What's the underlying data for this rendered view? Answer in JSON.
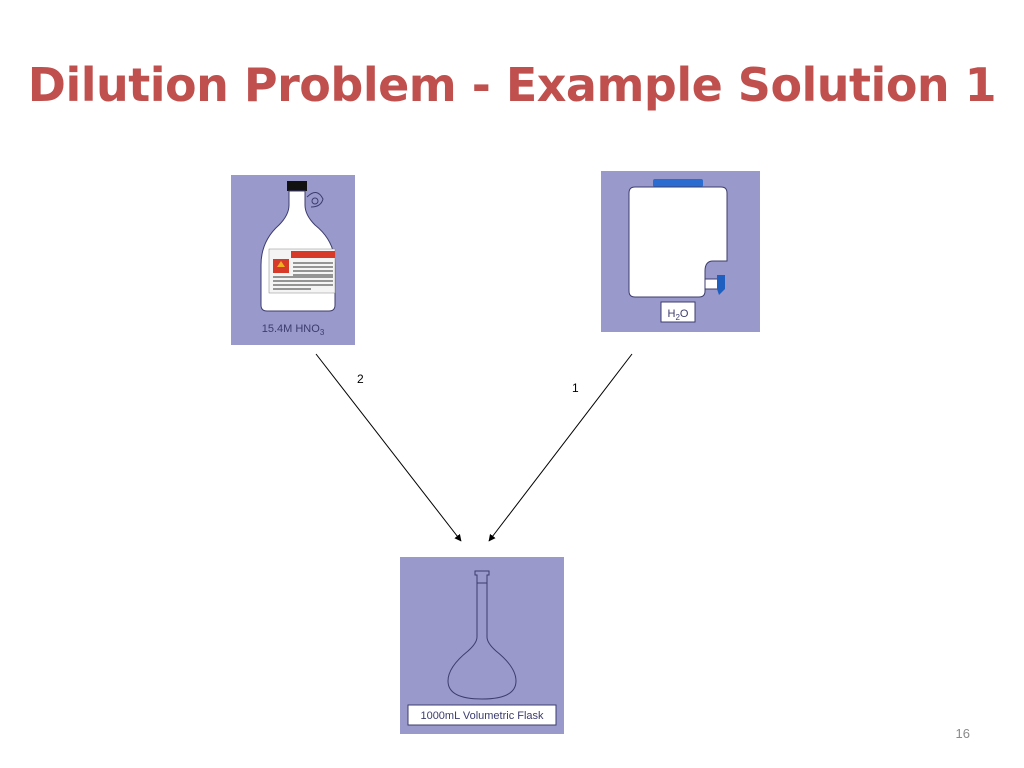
{
  "slide": {
    "title": "Dilution Problem - Example Solution 1",
    "page_number": "16"
  },
  "items": {
    "acid_bottle": {
      "label": "15.4M HNO",
      "label_sub": "3",
      "icon": "acid-bottle-icon"
    },
    "water_carboy": {
      "label": "H",
      "label_sub": "2",
      "label_tail": "O",
      "icon": "water-carboy-icon"
    },
    "flask": {
      "label": "1000mL Volumetric Flask",
      "icon": "volumetric-flask-icon"
    }
  },
  "steps": {
    "acid_to_flask": "2",
    "water_to_flask": "1"
  },
  "colors": {
    "title": "#c0504d",
    "tile_bg": "#9999cc",
    "outline": "#3c3c6e"
  }
}
